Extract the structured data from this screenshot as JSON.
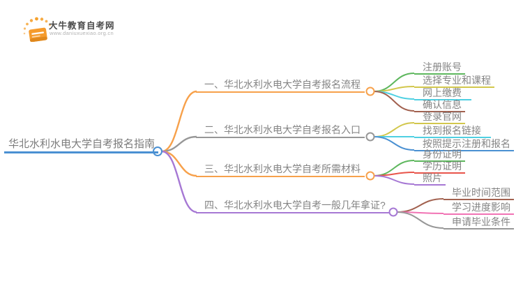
{
  "logo": {
    "title": "大牛教育自考网",
    "url": "www.daniuxuexiao.org.cn",
    "icon": "orange-book-with-sun-dots"
  },
  "mindmap": {
    "root": {
      "label": "华北水利水电大学自考报名指南",
      "color": "#4a90d2"
    },
    "branches": [
      {
        "label": "一、华北水利水电大学自考报名流程",
        "color": "#f7a14b",
        "children": [
          "注册账号",
          "选择专业和课程",
          "网上缴费",
          "确认信息"
        ],
        "child_colors": [
          "#5db75d",
          "#d2c74c",
          "#4fd0e2",
          "#a2614f"
        ]
      },
      {
        "label": "二、华北水利水电大学自考报名入口",
        "color": "#979797",
        "children": [
          "登录官网",
          "找到报名链接",
          "按照提示注册和报名"
        ],
        "child_colors": [
          "#d2c74c",
          "#4fd0e2",
          "#4a90d2"
        ]
      },
      {
        "label": "三、华北水利水电大学自考所需材料",
        "color": "#f7a14b",
        "children": [
          "身份证明",
          "学历证明",
          "照片"
        ],
        "child_colors": [
          "#5db75d",
          "#e8544a",
          "#a678d4"
        ]
      },
      {
        "label": "四、华北水利水电大学自考一般几年拿证?",
        "color": "#a678d4",
        "children": [
          "毕业时间范围",
          "学习进度影响",
          "申请毕业条件"
        ],
        "child_colors": [
          "#a2614f",
          "#f173b4",
          "#979797"
        ]
      }
    ]
  },
  "colors": {
    "background": "#ffffff",
    "text": "#848484",
    "logo_orange": "#f59b2c",
    "root_blue": "#4a90d2",
    "orange": "#f7a14b",
    "gray": "#979797",
    "purple": "#a678d4",
    "green": "#5db75d",
    "yellow": "#d2c74c",
    "cyan": "#4fd0e2",
    "brown": "#a2614f",
    "red": "#e8544a",
    "pink": "#f173b4"
  }
}
